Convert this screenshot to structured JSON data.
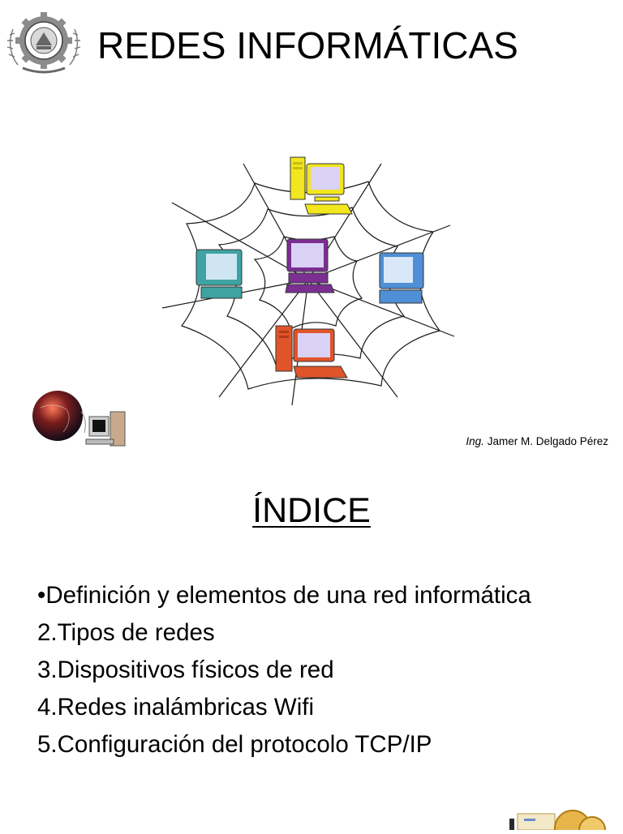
{
  "header": {
    "logo_icon": "gear-seal-emblem-icon",
    "title": "REDES INFORMÁTICAS"
  },
  "illustration": {
    "icon": "spider-web-network-icon",
    "computers": [
      {
        "icon": "computer-icon",
        "color": "#f2e61e"
      },
      {
        "icon": "computer-icon",
        "color": "#7a2f91"
      },
      {
        "icon": "computer-icon",
        "color": "#4f8fd6"
      },
      {
        "icon": "computer-icon",
        "color": "#3fa3a3"
      },
      {
        "icon": "computer-icon",
        "color": "#e0542a"
      }
    ]
  },
  "clipart": {
    "globe_icon": "globe-icon",
    "computer_icon": "desktop-computer-icon"
  },
  "author": {
    "role": "Ing.",
    "name": "Jamer M. Delgado Pérez"
  },
  "index": {
    "title": "ÍNDICE",
    "items": [
      "•Definición y elementos de una red informática",
      "2.Tipos de redes",
      "3.Dispositivos físicos de red",
      "4.Redes inalámbricas Wifi",
      "5.Configuración del protocolo TCP/IP"
    ]
  },
  "footer": {
    "clipart_icon": "coin-and-document-icon"
  }
}
